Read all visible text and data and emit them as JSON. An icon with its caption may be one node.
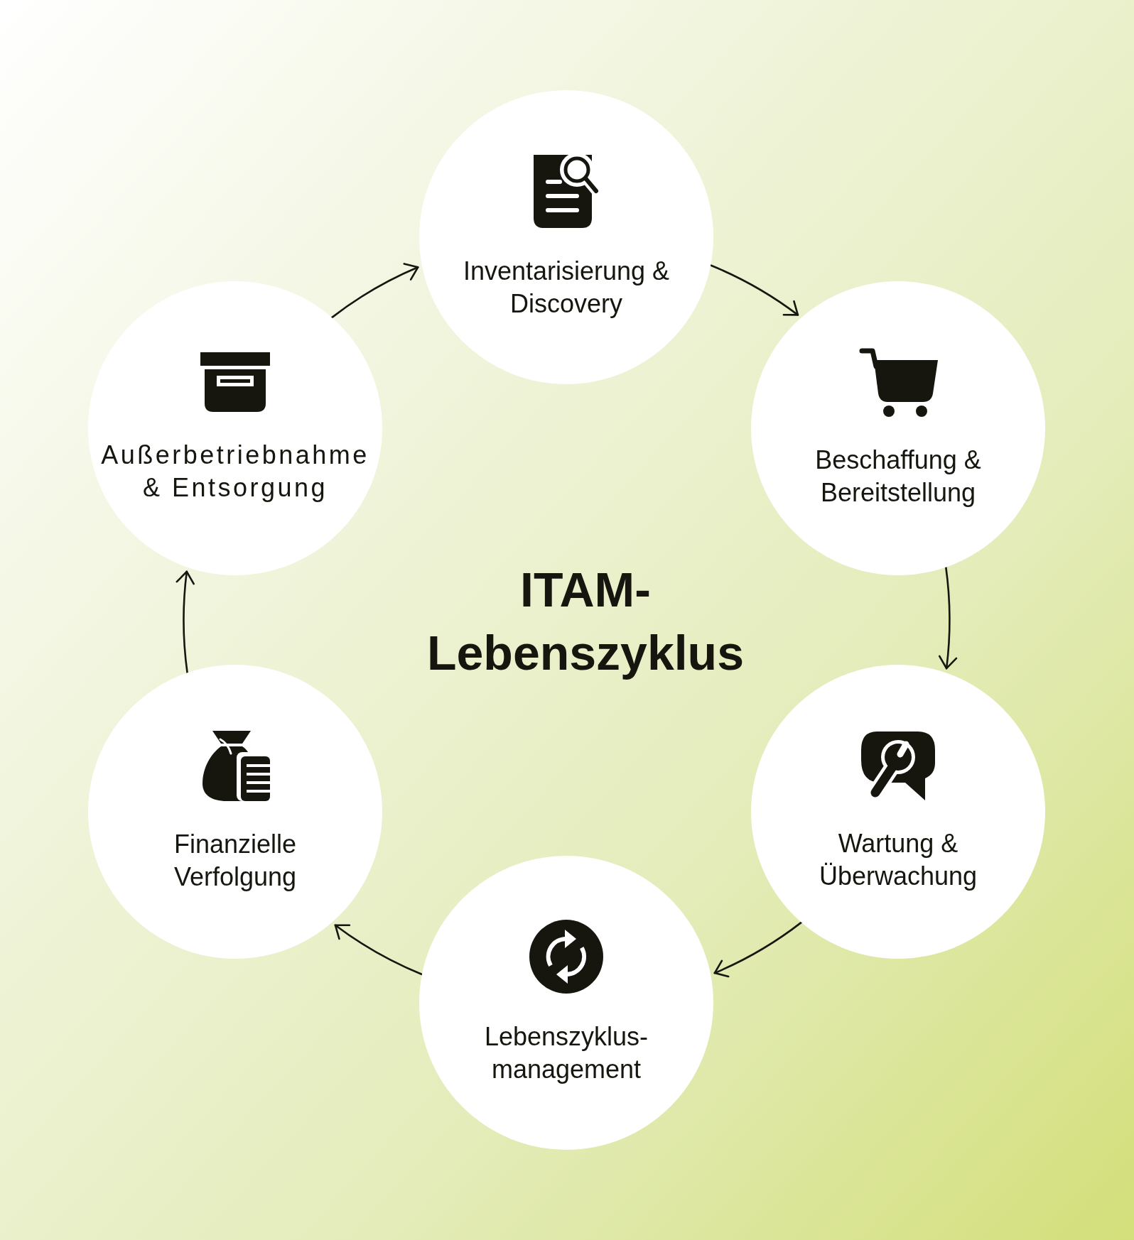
{
  "diagram": {
    "title": "ITAM-Lebenszyklus",
    "nodes": [
      {
        "text": [
          "Inventarisierung & Discovery"
        ]
      },
      {
        "text": [
          "Beschaffung & Bereitstellung"
        ]
      },
      {
        "text": [
          "Wartung & Überwachung"
        ]
      },
      {
        "text": [
          "Lebenszyklus-management"
        ]
      },
      {
        "text": [
          "Finanzielle Verfolgung"
        ]
      },
      {
        "text": [
          "Außerbetriebnahme & Entsorgung"
        ]
      }
    ],
    "edges": [
      {
        "from": 0,
        "to": 1,
        "arrow": "to"
      },
      {
        "from": 1,
        "to": 2,
        "arrow": "to"
      },
      {
        "from": 2,
        "to": 3,
        "arrow": "to"
      },
      {
        "from": 3,
        "to": 4,
        "arrow": "to"
      },
      {
        "from": 4,
        "to": 5,
        "arrow": "to"
      },
      {
        "from": 5,
        "to": 0,
        "arrow": "to"
      }
    ]
  }
}
